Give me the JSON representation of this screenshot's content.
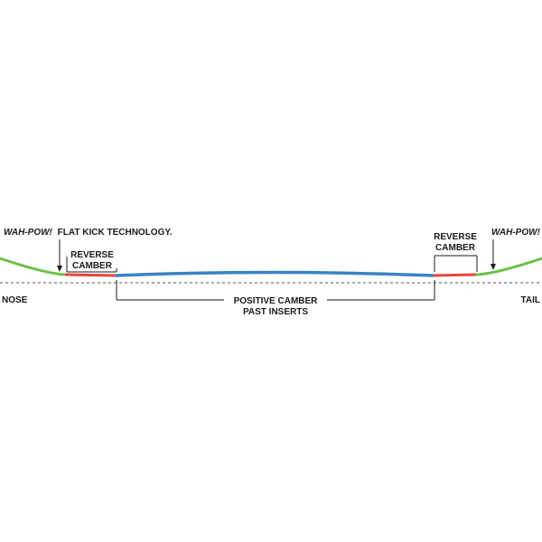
{
  "labels": {
    "wahpow_left_brand": "WAH-POW!",
    "wahpow_left_rest": "FLAT KICK TECHNOLOGY.",
    "wahpow_right": "WAH-POW!",
    "reverse_left_line1": "REVERSE",
    "reverse_left_line2": "CAMBER",
    "reverse_right_line1": "REVERSE",
    "reverse_right_line2": "CAMBER",
    "positive_line1": "POSITIVE CAMBER",
    "positive_line2": "PAST INSERTS",
    "nose": "NOSE",
    "tail": "TAIL"
  },
  "colors": {
    "nose_tail_kick": "#6cc04a",
    "reverse_camber": "#e8463b",
    "positive_camber": "#3b82c4",
    "baseline": "#555555",
    "text": "#1a1a1a"
  }
}
